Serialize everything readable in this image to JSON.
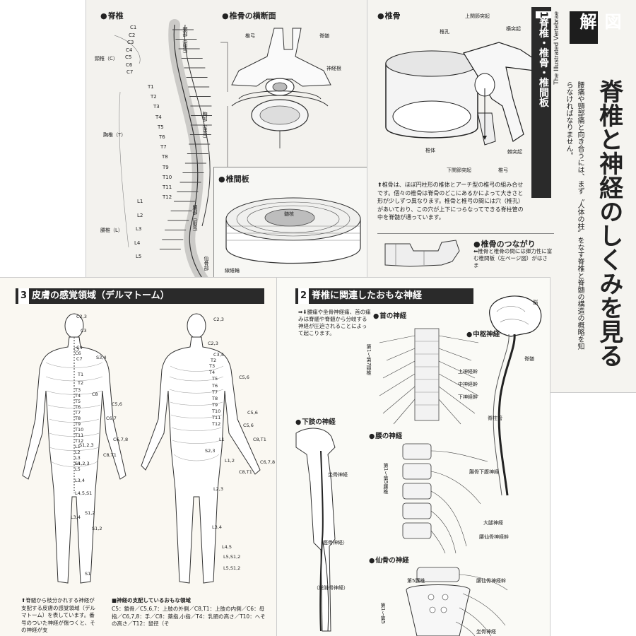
{
  "top_left_page": {
    "spine_heading": "脊椎",
    "cervical": {
      "region": "頸椎（C）",
      "labels": [
        "C1",
        "C2",
        "C3",
        "C4",
        "C5",
        "C6",
        "C7"
      ],
      "bracket": "頸部（前弯）",
      "ruby": "ぜんわん"
    },
    "thoracic": {
      "region": "胸椎（T）",
      "labels": [
        "T1",
        "T2",
        "T3",
        "T4",
        "T5",
        "T6",
        "T7",
        "T8",
        "T9",
        "T10",
        "T11",
        "T12"
      ],
      "bracket": "胸部（後弯）",
      "ruby": "こうわん"
    },
    "lumbar": {
      "region": "腰椎（L）",
      "labels": [
        "L1",
        "L2",
        "L3",
        "L4",
        "L5"
      ],
      "bracket": "腰部（前弯）"
    },
    "sacral_label": "仙骨部",
    "cross_heading": "椎骨の横断面",
    "cross_labels": {
      "arch": "椎弓",
      "cord": "脊髄",
      "root": "神経根"
    },
    "disc_heading": "椎間板",
    "disc_labels": {
      "nucleus": "髄核",
      "annulus": "線維輪"
    }
  },
  "top_right_page": {
    "vert_heading": "椎骨",
    "vert_labels": {
      "superior_articular": "上関節突起",
      "foramen": "椎孔",
      "transverse": "横突起",
      "body": "椎体",
      "inferior_articular": "下関節突起",
      "arch": "椎弓",
      "spinous": "棘突起"
    },
    "section_number": "1",
    "section_title": "脊椎・椎骨・椎間板",
    "caption": "⬆椎骨は、ほぼ円柱形の椎体とアーチ型の椎弓の組み合せです。個々の椎骨は脊骨のどこにあるかによって大きさと形が少しずつ異なります。椎骨と椎弓の間には穴（椎孔）があいており、この穴が上下につらなってできる脊柱管の中を脊髄が通っています。",
    "connection_heading": "椎骨のつながり",
    "connection_caption": "⬅椎骨と椎骨の間には弾力性に富む椎間板（左ページ図）がはさま"
  },
  "title_block": {
    "label": "図解",
    "subtitle_en": "The Illustrated Vertebrae",
    "title": "脊椎と神経のしくみを見る",
    "intro": "腰痛や頸部痛と向き合うには、まず〝人体の柱〟をなす脊椎と脊髄の構造の概略を知らなければなりません。"
  },
  "bottom_left_page": {
    "section_number": "3",
    "section_title": "皮膚の感覚領域（デルマトーム）",
    "back_labels": [
      "C2,3",
      "C3",
      "C4",
      "C5",
      "C6",
      "C7",
      "C8",
      "T1",
      "T2",
      "T3",
      "T4",
      "T5",
      "T6",
      "T7",
      "T8",
      "T9",
      "T10",
      "T11",
      "T12",
      "L1",
      "L2",
      "L3",
      "L4",
      "L5",
      "S3,4",
      "C5,6",
      "C6,7",
      "C6,7,8",
      "C8,T1",
      "S1,2,3",
      "S1,2,3",
      "L3,4",
      "L4,5,S1",
      "S1,2",
      "L3,4",
      "S1,2",
      "S1"
    ],
    "front_labels": [
      "C2,3",
      "C2,3",
      "C3,4",
      "T2",
      "T3",
      "T4",
      "T5",
      "T6",
      "T7",
      "T8",
      "T9",
      "T10",
      "T11",
      "T12",
      "L1",
      "L1,2",
      "L2,3",
      "L3,4",
      "L4,5",
      "L5,S1,2",
      "S2,3",
      "C5,6",
      "C5,6",
      "C5,6",
      "C8,T1",
      "C6,7,8",
      "C8,T1",
      "L5,S1,2"
    ],
    "caption": "⬆脊髄から枝分かれする神経が支配する皮膚の感覚領域（デルマトーム）を表しています。番号のついた神経が傷つくと、その神経が支",
    "innervation_heading": "■神経の支配しているおもな領域",
    "innervation": "C5：鎖骨／C5,6,7：上肢の外側／C8,T1：上肢の内側／C6：母指／C6,7,8：手／C8：薬指,小指／T4：乳頭の高さ／T10：へその高さ／T12：鼠径（そ"
  },
  "bottom_right_page": {
    "section_number": "2",
    "section_title": "脊椎に関連したおもな神経",
    "intro": "➡⬇腰痛や坐骨神経痛、首の痛みは脊髄や脊髄から分岐する神経が圧迫されることによって起こります。",
    "neck_heading": "首の神経",
    "neck_labels": {
      "range": "第1〜第7頸椎",
      "upper": "上神経幹",
      "middle": "中神経幹",
      "lower": "下神経幹"
    },
    "central_heading": "中枢神経",
    "central_labels": {
      "brain": "脳",
      "cord": "脊髄",
      "canal": "脊柱管"
    },
    "leg_heading": "下肢の神経",
    "leg_labels": {
      "sciatic": "坐骨神経",
      "tibial": "（脛骨神経）",
      "peroneal": "（総腓骨神経）"
    },
    "lumbar_heading": "腰の神経",
    "lumbar_labels": {
      "range": "第1〜第5腰椎",
      "iliohypogastric": "腸骨下腹神経",
      "femoral": "大腿神経",
      "lumbosacral": "腰仙骨神経幹"
    },
    "sacral_heading": "仙骨の神経",
    "sacral_labels": {
      "l5": "第5腰椎",
      "trunk": "腰仙骨神経幹",
      "range": "第1〜第5",
      "sciatic": "坐骨神経"
    }
  }
}
